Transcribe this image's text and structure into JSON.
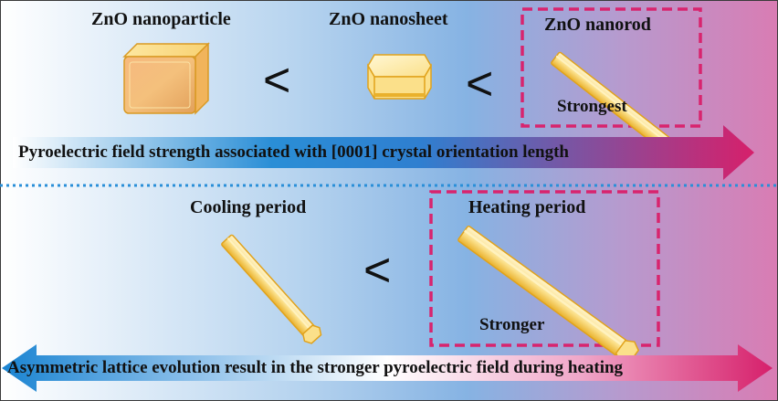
{
  "top": {
    "particle_label": "ZnO nanoparticle",
    "sheet_label": "ZnO nanosheet",
    "rod_label": "ZnO nanorod",
    "strongest_label": "Strongest",
    "comparator_1": "<",
    "comparator_2": "<",
    "arrow_text": "Pyroelectric field strength associated with [0001] crystal orientation length"
  },
  "bottom": {
    "cooling_label": "Cooling period",
    "heating_label": "Heating period",
    "stronger_label": "Stronger",
    "comparator": "<",
    "arrow_text": "Asymmetric lattice evolution result in the stronger pyroelectric field during heating"
  },
  "colors": {
    "background_left": "#ffffff",
    "background_mid": "#7fb2e5",
    "background_right": "#d97cb3",
    "highlight_box": "#d8246e",
    "divider": "#2a8fd8",
    "top_arrow_start": "#2a8ed6",
    "top_arrow_end": "#d6206b",
    "crystal_face": "#fbe08a",
    "crystal_edge": "#e1a21b"
  }
}
